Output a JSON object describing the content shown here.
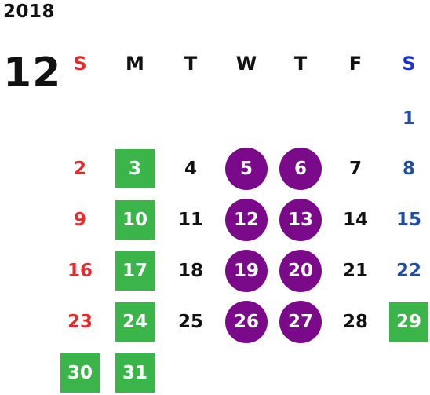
{
  "calendar": {
    "year": "2018",
    "month": "12",
    "weekdays": [
      "S",
      "M",
      "T",
      "W",
      "T",
      "F",
      "S"
    ],
    "weeks": [
      [
        {
          "day": "",
          "style": ""
        },
        {
          "day": "",
          "style": ""
        },
        {
          "day": "",
          "style": ""
        },
        {
          "day": "",
          "style": ""
        },
        {
          "day": "",
          "style": ""
        },
        {
          "day": "",
          "style": ""
        },
        {
          "day": "1",
          "style": "plain"
        }
      ],
      [
        {
          "day": "2",
          "style": "plain"
        },
        {
          "day": "3",
          "style": "green"
        },
        {
          "day": "4",
          "style": "plain"
        },
        {
          "day": "5",
          "style": "purple"
        },
        {
          "day": "6",
          "style": "purple"
        },
        {
          "day": "7",
          "style": "plain"
        },
        {
          "day": "8",
          "style": "plain"
        }
      ],
      [
        {
          "day": "9",
          "style": "plain"
        },
        {
          "day": "10",
          "style": "green"
        },
        {
          "day": "11",
          "style": "plain"
        },
        {
          "day": "12",
          "style": "purple"
        },
        {
          "day": "13",
          "style": "purple"
        },
        {
          "day": "14",
          "style": "plain"
        },
        {
          "day": "15",
          "style": "plain"
        }
      ],
      [
        {
          "day": "16",
          "style": "plain"
        },
        {
          "day": "17",
          "style": "green"
        },
        {
          "day": "18",
          "style": "plain"
        },
        {
          "day": "19",
          "style": "purple"
        },
        {
          "day": "20",
          "style": "purple"
        },
        {
          "day": "21",
          "style": "plain"
        },
        {
          "day": "22",
          "style": "plain"
        }
      ],
      [
        {
          "day": "23",
          "style": "plain"
        },
        {
          "day": "24",
          "style": "green"
        },
        {
          "day": "25",
          "style": "plain"
        },
        {
          "day": "26",
          "style": "purple"
        },
        {
          "day": "27",
          "style": "purple"
        },
        {
          "day": "28",
          "style": "plain"
        },
        {
          "day": "29",
          "style": "green"
        }
      ],
      [
        {
          "day": "30",
          "style": "green"
        },
        {
          "day": "31",
          "style": "green"
        },
        {
          "day": "",
          "style": ""
        },
        {
          "day": "",
          "style": ""
        },
        {
          "day": "",
          "style": ""
        },
        {
          "day": "",
          "style": ""
        },
        {
          "day": "",
          "style": ""
        }
      ]
    ]
  },
  "colors": {
    "sunday": "#e32b2b",
    "saturday": "#1e4fa3",
    "saturday_header": "#1a31d6",
    "weekday": "#111111",
    "green_mark": "#3bb54a",
    "purple_mark": "#7a0a8a"
  }
}
